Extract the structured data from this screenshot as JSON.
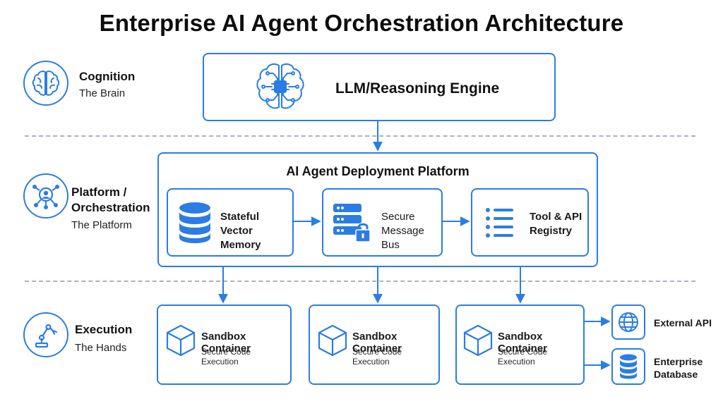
{
  "title": "Enterprise AI Agent Orchestration Architecture",
  "colors": {
    "accent": "#2b7de3",
    "divider": "#a9b3bf"
  },
  "layers": {
    "cognition": {
      "name": "Cognition",
      "subtitle": "The Brain",
      "icon": "brain-icon"
    },
    "platform": {
      "name_line1": "Platform /",
      "name_line2": "Orchestration",
      "subtitle": "The Platform",
      "icon": "orchestration-network-icon"
    },
    "execution": {
      "name": "Execution",
      "subtitle": "The Hands",
      "icon": "robotic-arm-icon"
    }
  },
  "engine": {
    "label": "LLM/Reasoning Engine",
    "icon": "brain-chip-icon"
  },
  "platform_box": {
    "title": "AI Agent Deployment Platform",
    "memory": {
      "line1": "Stateful Vector",
      "line2": "Memory",
      "icon": "database-icon"
    },
    "bus": {
      "line1": "Secure",
      "line2": "Message Bus",
      "icon": "server-lock-icon"
    },
    "registry": {
      "line1": "Tool & API",
      "line2": "Registry",
      "icon": "list-icon"
    }
  },
  "sandboxes": [
    {
      "title": "Sandbox Container",
      "subtitle": "Secure Code Execution",
      "icon": "cube-icon"
    },
    {
      "title": "Sandbox Container",
      "subtitle": "Secure Code Execution",
      "icon": "cube-icon"
    },
    {
      "title": "Sandbox Container",
      "subtitle": "Secure Code Execution",
      "icon": "cube-icon"
    }
  ],
  "external": {
    "api": {
      "label": "External API",
      "icon": "globe-icon"
    },
    "db": {
      "line1": "Enterprise",
      "line2": "Database",
      "icon": "database-icon"
    }
  }
}
